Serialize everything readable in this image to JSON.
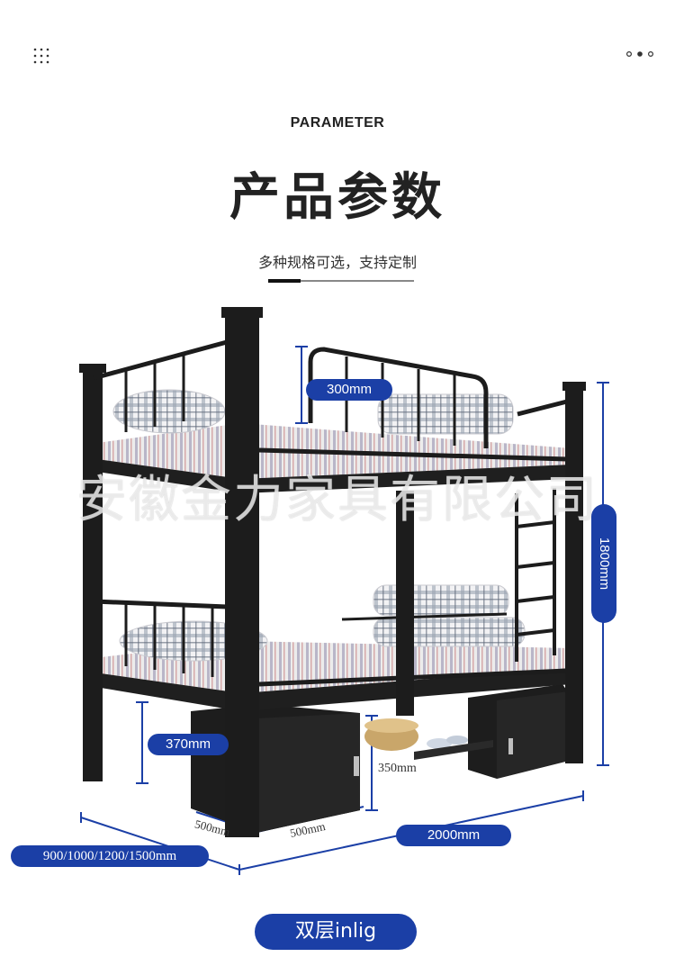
{
  "header": {
    "eyebrow": "PARAMETER",
    "title": "产品参数",
    "subtitle": "多种规格可选，支持定制"
  },
  "icons": {
    "menu": "grid-icon",
    "more": "more-dots-icon"
  },
  "dimensions": {
    "top_rail_height": "300mm",
    "total_height": "1800mm",
    "underbed_height": "370mm",
    "cabinet_height": "350mm",
    "cabinet_depth": "500mm",
    "cabinet_width": "500mm",
    "bed_length": "2000mm",
    "bed_width": "900/1000/1200/1500mm"
  },
  "watermark": "安徽金力家具有限公司",
  "footer": {
    "label": "双层inlig"
  },
  "colors": {
    "accent": "#1b3fa6",
    "frame": "#1a1a1a",
    "text": "#222222"
  }
}
